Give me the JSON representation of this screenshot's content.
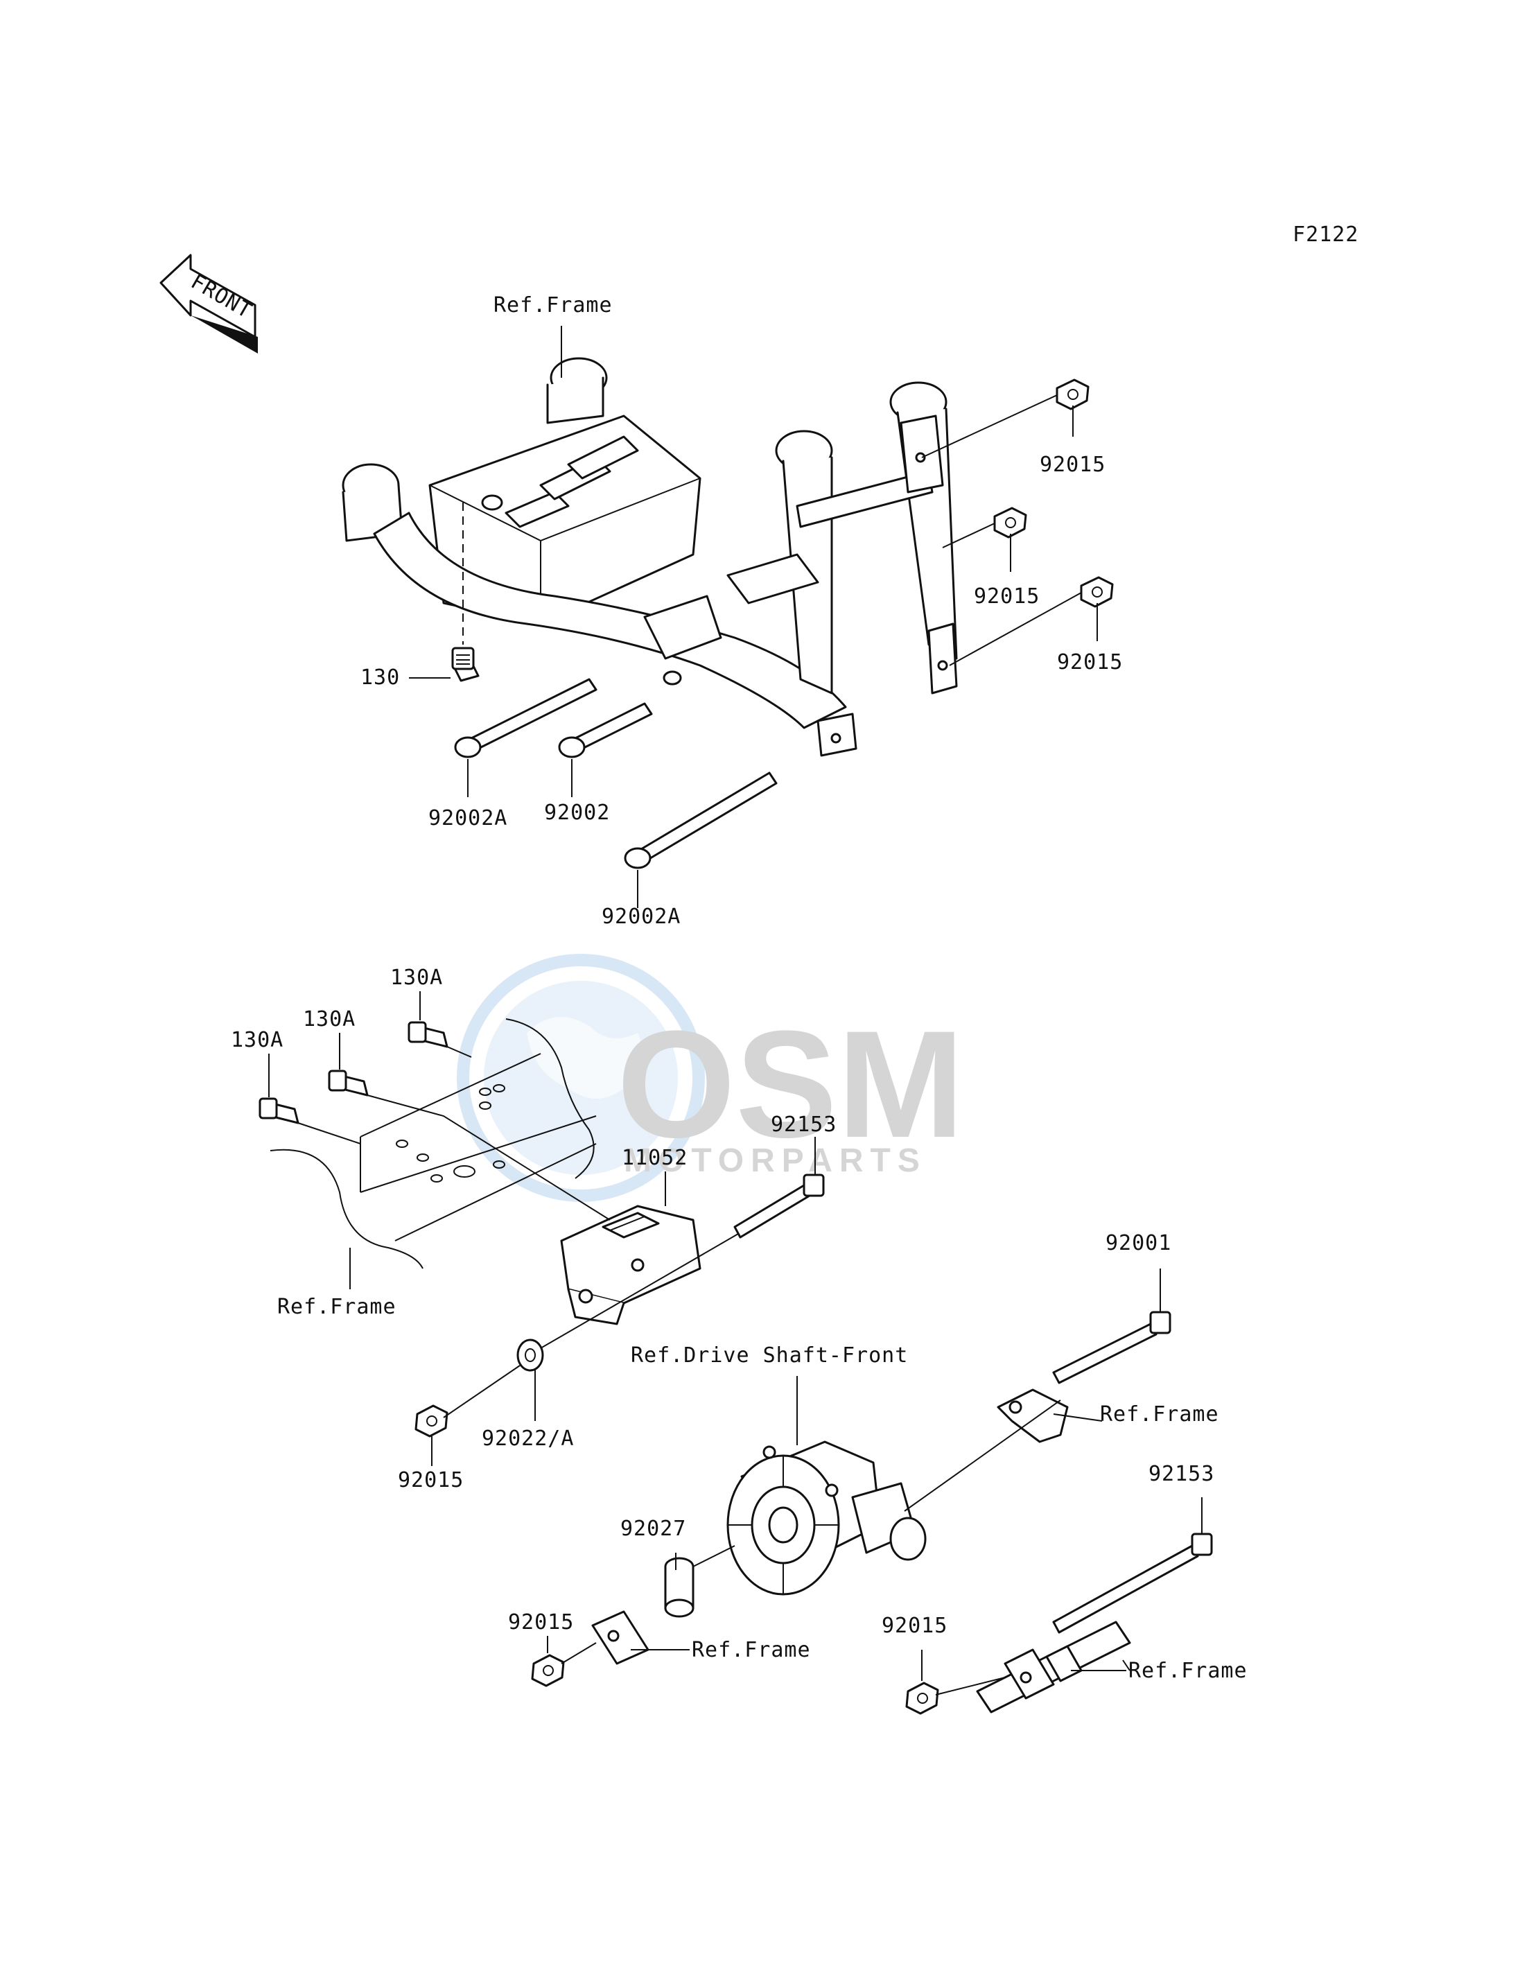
{
  "diagram_code": "F2122",
  "front_arrow": {
    "icon": "front-arrow-icon",
    "text": "FRONT"
  },
  "watermark": {
    "brand": "OSM",
    "sub": "MOTORPARTS",
    "color": "#8a8a8a",
    "globe_color": "#4a8fd8"
  },
  "labels": {
    "ref_frame_top": "Ref.Frame",
    "p92015_a": "92015",
    "p92015_b": "92015",
    "p92015_c": "92015",
    "p130": "130",
    "p92002A_left": "92002A",
    "p92002": "92002",
    "p92002A_bottom": "92002A",
    "p130A_1": "130A",
    "p130A_2": "130A",
    "p130A_3": "130A",
    "p92153_top": "92153",
    "p11052": "11052",
    "ref_frame_mid": "Ref.Frame",
    "p92022A": "92022/A",
    "p92015_d": "92015",
    "p92001": "92001",
    "ref_drive_shaft": "Ref.Drive Shaft-Front",
    "ref_frame_right": "Ref.Frame",
    "p92153_bottom": "92153",
    "p92027": "92027",
    "p92015_e": "92015",
    "ref_frame_bottom_left": "Ref.Frame",
    "p92015_f": "92015",
    "ref_frame_bottom_right": "Ref.Frame"
  }
}
